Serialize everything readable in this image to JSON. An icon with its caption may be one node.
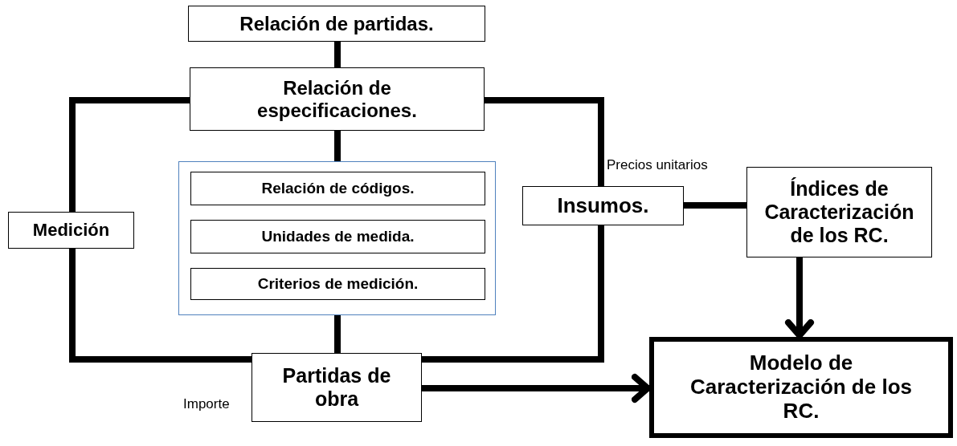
{
  "diagram": {
    "nodes": [
      {
        "text": [
          "Relación de partidas."
        ]
      },
      {
        "text": [
          "Relación de especificaciones."
        ]
      },
      {
        "text": [],
        "shape": "box"
      },
      {
        "text": [
          "Relación de códigos."
        ],
        "in": 2
      },
      {
        "text": [
          "Unidades de medida."
        ],
        "in": 2
      },
      {
        "text": [
          "Criterios de medición."
        ],
        "in": 2
      },
      {
        "text": [
          "Medición"
        ]
      },
      {
        "text": [
          "Insumos."
        ],
        "beside": [
          "Precios unitarios"
        ]
      },
      {
        "text": [
          "Índices de Caracterización de los RC."
        ]
      },
      {
        "text": [
          "Partidas de obra"
        ],
        "beside": [
          "Importe"
        ]
      },
      {
        "text": [
          "Modelo de Caracterización de los RC."
        ]
      }
    ],
    "edges": [
      {
        "from": 0,
        "to": 1,
        "arrow": "none"
      },
      {
        "from": 1,
        "to": 2,
        "arrow": "none"
      },
      {
        "from": 2,
        "to": 9,
        "arrow": "none"
      },
      {
        "from": 1,
        "to": 6,
        "arrow": "none"
      },
      {
        "from": 6,
        "to": 9,
        "arrow": "none"
      },
      {
        "from": 1,
        "to": 7,
        "arrow": "none"
      },
      {
        "from": 7,
        "to": 9,
        "arrow": "none"
      },
      {
        "from": 7,
        "to": 8,
        "arrow": "none"
      },
      {
        "from": 8,
        "to": 10,
        "arrow": "to"
      },
      {
        "from": 9,
        "to": 10,
        "arrow": "to"
      }
    ]
  }
}
